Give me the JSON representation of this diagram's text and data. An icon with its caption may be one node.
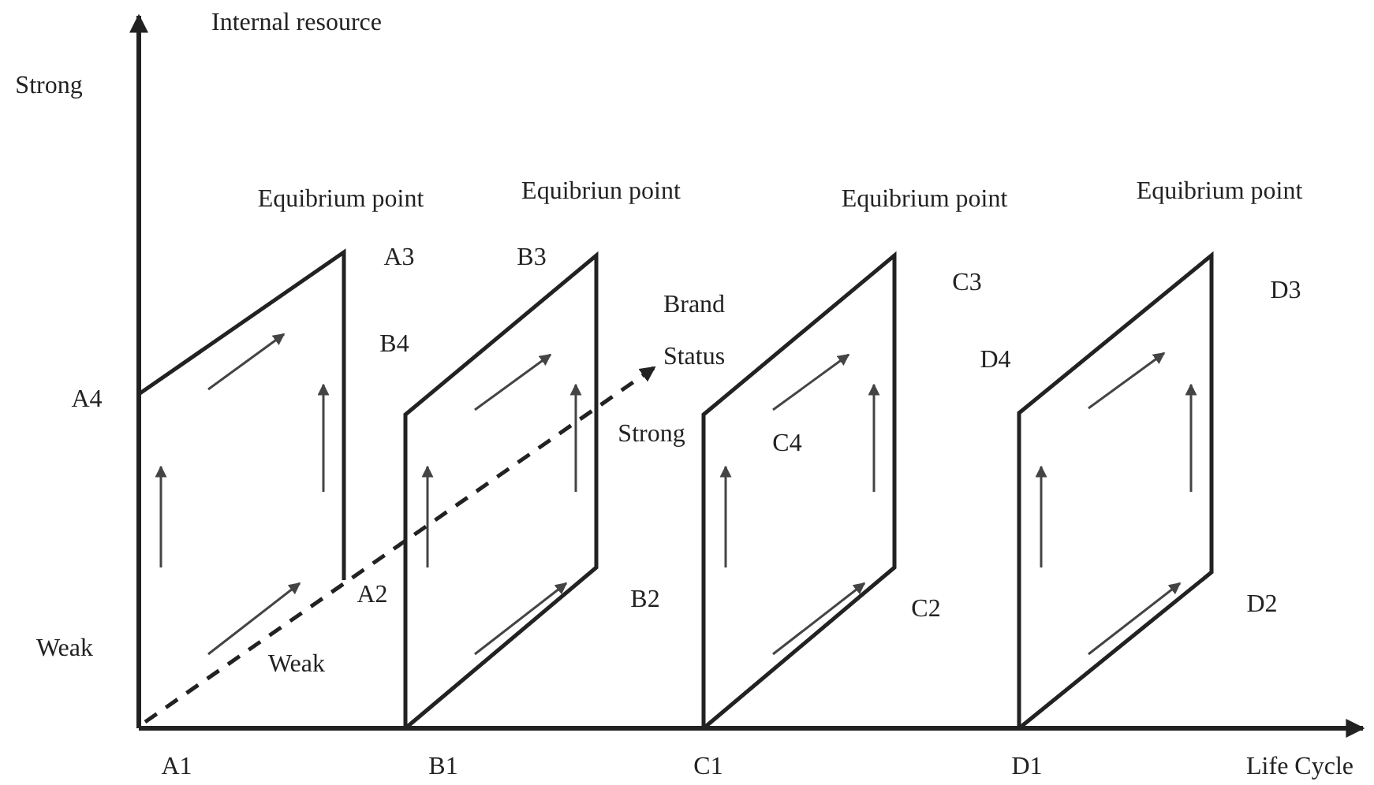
{
  "diagram": {
    "labels": [
      "Internal resource",
      "Strong",
      "Equibrium point",
      "Equibriun point",
      "Equibrium point",
      "Equibrium point",
      "A3",
      "B3",
      "C3",
      "D3",
      "Brand Status",
      "B4",
      "D4",
      "A4",
      "Strong",
      "C4",
      "A2",
      "B2",
      "C2",
      "D2",
      "Weak",
      "Weak",
      "A1",
      "B1",
      "C1",
      "D1",
      "Life Cycle"
    ]
  }
}
